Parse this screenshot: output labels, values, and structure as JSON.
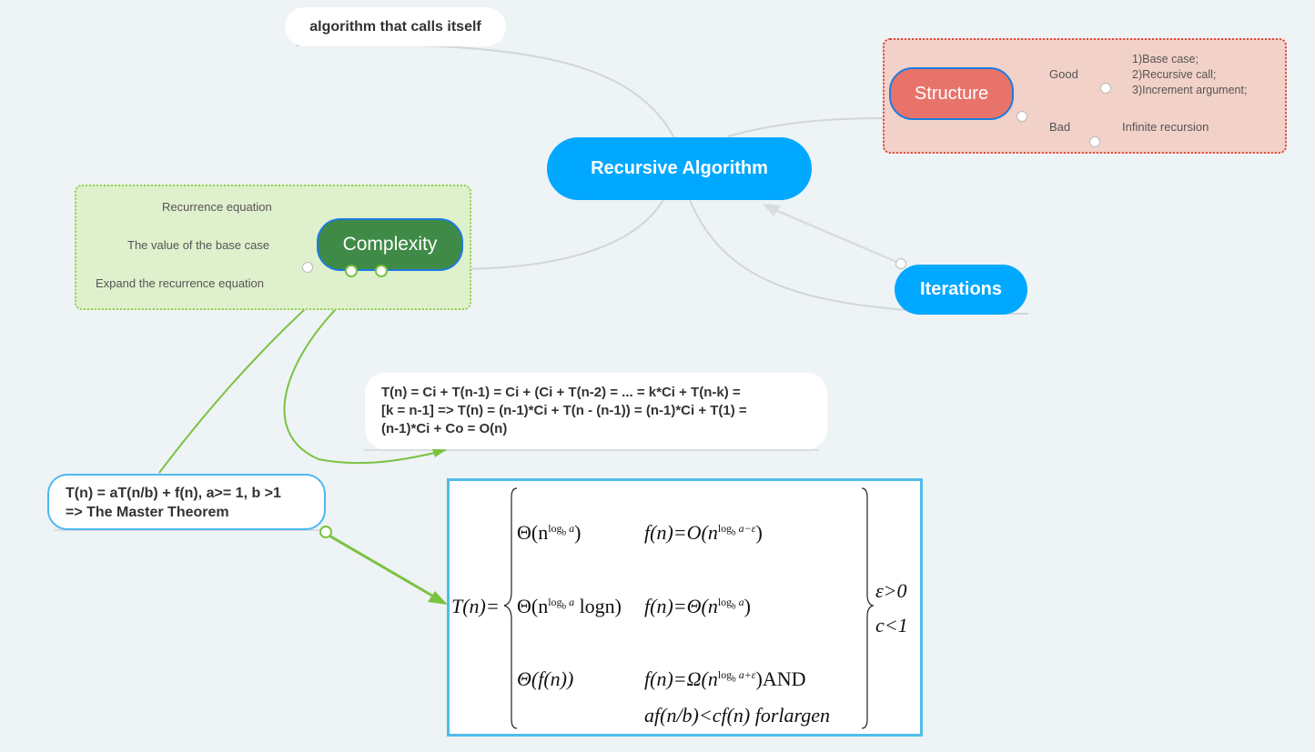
{
  "central": {
    "label": "Recursive Algorithm"
  },
  "definition": {
    "label": "algorithm that calls itself"
  },
  "iterations": {
    "label": "Iterations"
  },
  "structure": {
    "label": "Structure",
    "good": {
      "label": "Good",
      "items": [
        "1)Base case;",
        "2)Recursive call;",
        "3)Increment argument;"
      ]
    },
    "bad": {
      "label": "Bad",
      "detail": "Infinite recursion"
    }
  },
  "complexity": {
    "label": "Complexity",
    "items": [
      "Recurrence equation",
      "The value of the base case",
      "Expand the recurrence equation"
    ]
  },
  "expansion": {
    "lines": [
      "T(n) = Ci + T(n-1) = Ci + (Ci + T(n-2) = ... = k*Ci + T(n-k) =",
      "[k = n-1] => T(n) = (n-1)*Ci + T(n - (n-1)) = (n-1)*Ci + T(1) =",
      "(n-1)*Ci + Co = O(n)"
    ]
  },
  "master": {
    "lines": [
      "T(n) = aT(n/b) + f(n), a>= 1, b >1",
      "=> The Master Theorem"
    ]
  },
  "theorem": {
    "lhs": "T(n)=",
    "case1_result": "Θ(n",
    "case1_exp": "log",
    "case1_cond": "f(n)=O(n",
    "case1_cond_exp": "log",
    "case1_cond_exp_suffix": "a−ε",
    "case2_result_tail": "logn)",
    "case2_cond": "f(n)=Θ(n",
    "case3_result": "Θ(f(n))",
    "case3_cond": "f(n)=Ω(n",
    "case3_cond_exp_suffix": "a+ε",
    "case3_and": ")AND",
    "case3_cond2": "af(n/b)<cf(n)  forlargen",
    "side1": "ε>0",
    "side2": "c<1",
    "log_base": "b",
    "log_arg": "a"
  },
  "colors": {
    "accent_blue": "#00a8ff",
    "structure_fill": "#e8736a",
    "complexity_fill": "#3f8a46",
    "connector_green": "#7cc242"
  }
}
